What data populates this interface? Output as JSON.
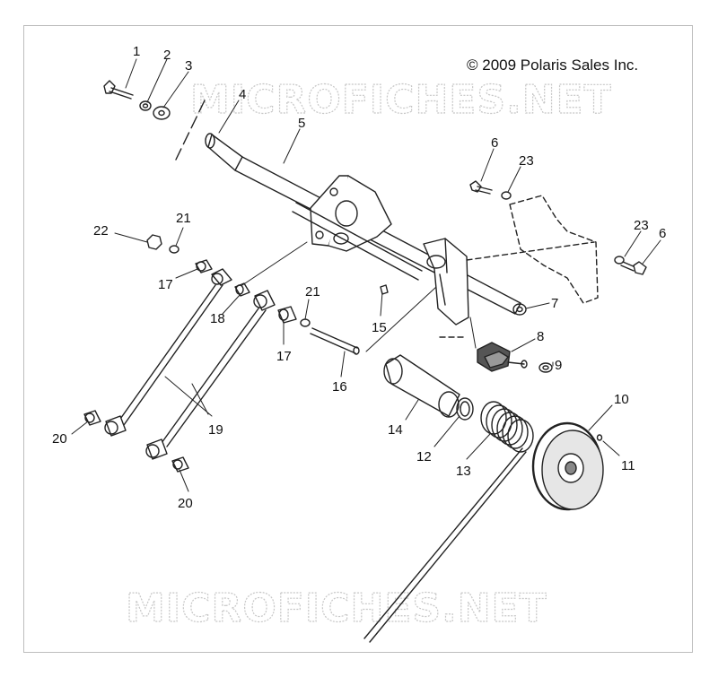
{
  "copyright": "© 2009 Polaris Sales Inc.",
  "watermark": "MICROFICHES.NET",
  "callouts": [
    "1",
    "2",
    "3",
    "4",
    "5",
    "6",
    "23",
    "22",
    "21",
    "17",
    "18",
    "21",
    "17",
    "15",
    "7",
    "8",
    "9",
    "16",
    "23",
    "6",
    "14",
    "10",
    "12",
    "13",
    "11",
    "20",
    "19",
    "20"
  ],
  "colors": {
    "line": "#222222",
    "label": "#111111",
    "watermark": "#c7c7c7"
  }
}
